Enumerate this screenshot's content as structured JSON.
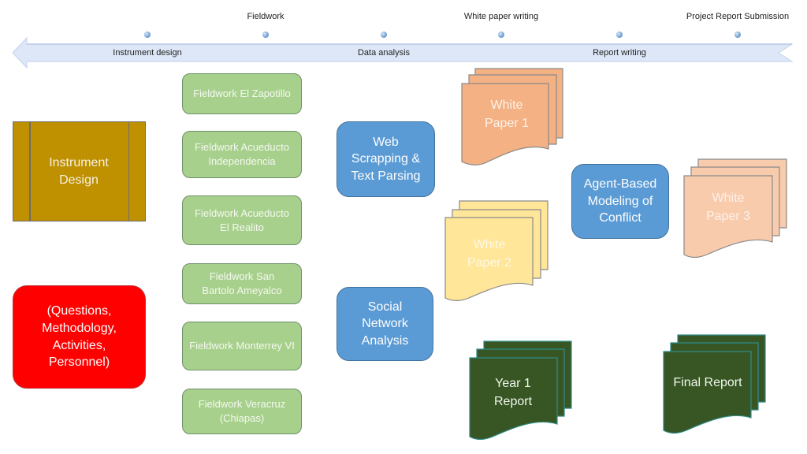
{
  "timeline": {
    "top_labels": [
      "Fieldwork",
      "White paper writing",
      "Project Report Submission"
    ],
    "bottom_labels": [
      "Instrument design",
      "Data analysis",
      "Report writing"
    ],
    "milestone_count": 6,
    "colors": {
      "band": "#dde7f7",
      "band_edge": "#b9c9e4"
    }
  },
  "left": {
    "instrument_design": "Instrument Design",
    "components": "(Questions, Methodology, Activities, Personnel)",
    "colors": {
      "instrument": "#bf9000",
      "components": "#ff0000"
    }
  },
  "fieldwork": [
    "Fieldwork El Zapotillo",
    "Fieldwork Acueducto Independencia",
    "Fieldwork Acueducto El Realito",
    "Fieldwork San Bartolo Ameyalco",
    "Fieldwork Monterrey VI",
    "Fieldwork Veracruz (Chiapas)"
  ],
  "analysis": {
    "web_scrapping": "Web Scrapping & Text Parsing",
    "sna": "Social Network Analysis",
    "abm": "Agent-Based Modeling of Conflict"
  },
  "documents": {
    "white_paper_1": "White Paper 1",
    "white_paper_2": "White Paper 2",
    "white_paper_3": "White Paper 3",
    "year1_report": "Year 1 Report",
    "final_report": "Final Report"
  },
  "colors": {
    "fieldwork": "#a8d08d",
    "analysis": "#5b9bd5",
    "white_paper_1": "#f4b183",
    "white_paper_2": "#ffe699",
    "white_paper_3": "#f8cbad",
    "report": "#375623"
  }
}
